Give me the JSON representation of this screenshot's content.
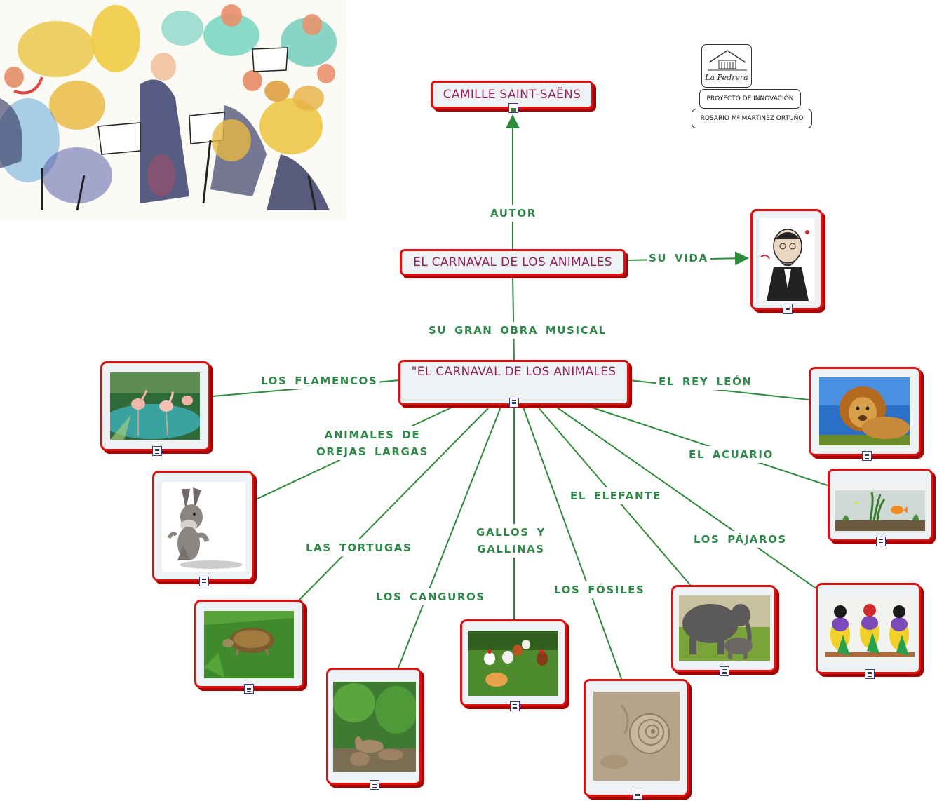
{
  "nodes": {
    "composer": "CAMILLE SAINT-SAËNS",
    "work": "EL CARNAVAL DE LOS ANIMALES",
    "work_quoted": "\"EL CARNAVAL DE LOS ANIMALES"
  },
  "links": {
    "autor": "AUTOR",
    "su_vida": "SU  VIDA",
    "gran_obra": "SU  GRAN  OBRA  MUSICAL",
    "flamencos": "LOS  FLAMENCOS",
    "rey_leon": "EL  REY  LEÓN",
    "orejas_1": "ANIMALES  DE",
    "orejas_2": "OREJAS  LARGAS",
    "acuario": "EL  ACUARIO",
    "elefante": "EL  ELEFANTE",
    "gallos_1": "GALLOS  Y",
    "gallos_2": "GALLINAS",
    "tortugas": "LAS  TORTUGAS",
    "pajaros": "LOS  PÁJAROS",
    "fosiles": "LOS  FÓSILES",
    "canguros": "LOS  CANGUROS"
  },
  "credits": {
    "school_logo_text": "La Pedrera",
    "project": "PROYECTO DE INNOVACIÓN",
    "author": "ROSARIO Mª MARTINEZ ORTUÑO"
  },
  "colors": {
    "node_border": "#e01010",
    "node_text": "#8d1f5a",
    "link_text": "#2f8a4a",
    "link_line": "#2e8b3a"
  }
}
